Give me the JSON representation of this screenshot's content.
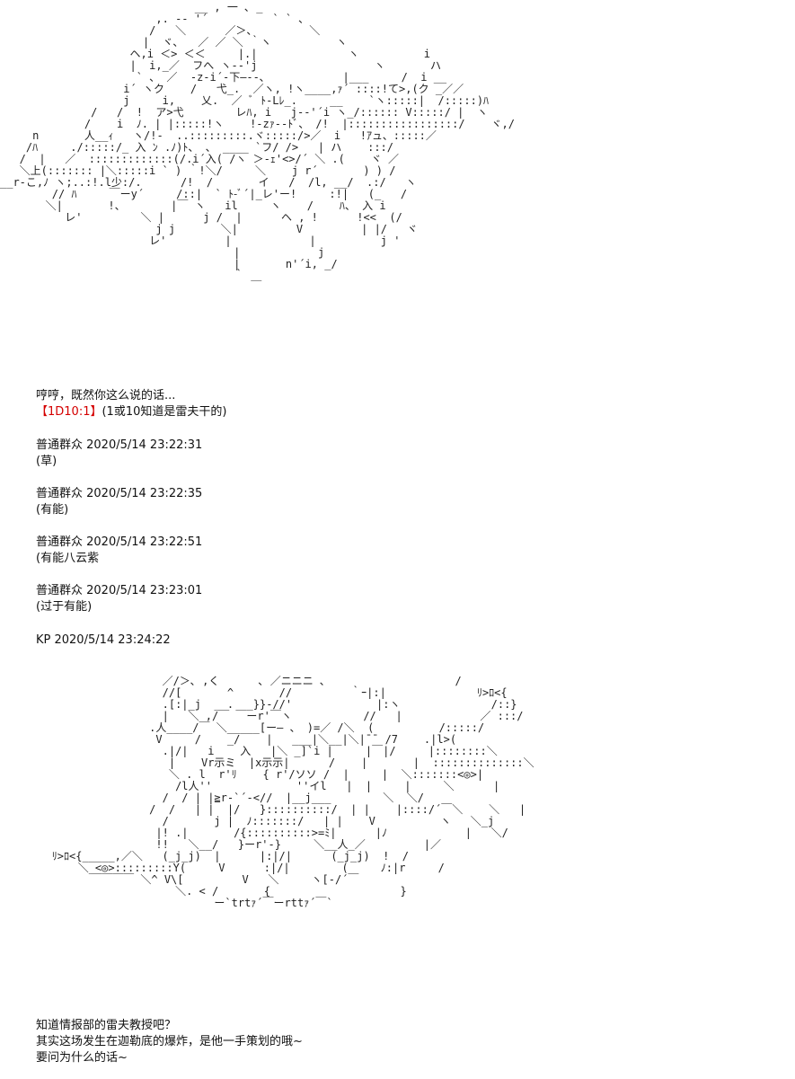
{
  "art_top": "                              __ , 一 ､ _\n                        ,. -‐ '´          ` ` ､\n                       /   ＼      ／＞、        ＼\n                      |  ヾ､   ／ ／ ＼ ｀ヽ          ヽ\n                    ヘ,i ＜> ＜＜     |.|              ヽ          i\n                    |  i,_／  フへ ヽ--'j                  ヽ       ハ\n                     ` 、 ／  ‐z-i´‐下―--､            |___     /  i __\n                   i´ ヽク    /   弋_.  ／ヽ, !ヽ____,ｧ´ ::::!て>,(ク _／／\n                   j     i,    乂.  ／ ﾞ ﾄ-Lﾚ_.     __    `ヽ:::::|  /:::::)ﾊ\n              /   /  !  ア>弋        レﾊ, i   j-‐'´i ヽ_/:::::: V:::::/ |  ヽ\n             /    i  ﾉ. | |:::::!ヽ    !-zｧ--ﾄﾞ、 /!  |:::::::::::::::::/    ヾ,/\n     n       人__ｨ   ヽ/!‐  ..:::::::::.ヾ:::::/>／  i   !ｱュ、:::::／\n    /ﾊ     ./:::::/_ 入 ﾝ .ﾉ)ﾄ、 、 ____ `フ/ />   | ハ    :::/\n   /  |   ／  :::::::::::::(/.i´入( /ヽ ＞-ｪ'<>/´ ＼ .(    ヾ ／\n   ＼上(::::::: |＼:::::i ` ) ｀!＼/     ＼    j r´       ) ) /\n__r‐こ,ﾉ ヽ;..:!.l少:/.      /!  /       イ   /  /l, __/  .:/   ヽ\n        // ﾊ     ￣ーy´     /::|  ` ﾄ-ﾞ´|_レ'ー!     :!|   (_   /\n       ＼|       !、       |￣ ヽ   il     ヽ    /    ﾊ、 入 i\n          レ'         ＼ |      j /  |      ヘ , !      !<<  (/\n                        j j       ＼|         V         | |/   ヾ\n                       レ'         |            |          j '\n                                    |            j\n                                    |       n'´i, _/\n                                    ｀ ＿",
  "line_1": "哼哼，既然你这么说的话...",
  "dice": "【1D10:1】",
  "dice_note": "(1或10知道是雷夫干的)",
  "comments": [
    {
      "header": "普通群众 2020/5/14 23:22:31",
      "text": "(草)"
    },
    {
      "header": "普通群众 2020/5/14 23:22:35",
      "text": "(有能)"
    },
    {
      "header": "普通群众 2020/5/14 23:22:51",
      "text": "(有能八云紫"
    },
    {
      "header": "普通群众 2020/5/14 23:23:01",
      "text": "(过于有能)"
    }
  ],
  "kp_header": "KP 2020/5/14 23:24:22",
  "art_bottom": "                         ／/＞､ ,く￣￣￣ ､ ／ニニニ ､                    /\n                         //[       ^       //         ｀ｰ|:|              ﾘ>ﾛ<{\n                         .[:|_j  __.  _}}-//'             |:ヽ              /::}\n                         |   ＼_,/￣ ￣ーr'￣ヽ           //   |            ／ :::/\n                       .人____/￣ ＼_____[ー― 、 )=／ /＼  (          /:::::/\n                        V     /    _/    |   ___|＼__|＼|¯¯ /7    .|l>(\n                         .|/|   i    入   |＼ _]`i |     |￣|/     |::::::::＼\n                          |    Vr示ミ  |x示示|      /    |       |  ::::::::::::::＼\n                          ＼ . l  r'ﾘ    { r'/ソソ /  |     |  ＼:::::::<◎>|\n                           /l人''             ''イl   |  |     |     ＼      |\n                         /  / | |≧r‐`´-<//  |__j___        ＼  ＼/\n                       /  /   | |  |/   }::::::::::/  | |    |::::/´￣＼    ＼   |\n                         /       j |  ﾉ:::::::/   | |    V          ヽ   ＼_j\n                        |! .|       /{::::::::::>=ﾐ|      |ﾉ            |   ＼/\n                        !!   ＼__/   }ーr'-}     ＼__人_／         |／\n        ﾘ>ﾛ<{_____,／＼   (_j_j)  |      |:|/|      (_j_j)  !  /\n            ＼_<◎>:::::::::Y(     V      :|/|        (     ﾉ:|r     /\n              ￣￣￣￣ ＼^ V\\[         V   ＼     ヽ[-/´￣\n                           ＼. < /       {                    }\n                                 ー`trtｧ´￣ーrttｧ´￣`",
  "closing": [
    "知道情报部的雷夫教授吧？",
    "其实这场发生在迦勒底的爆炸，是他一手策划的哦~",
    "要问为什么的话~"
  ]
}
